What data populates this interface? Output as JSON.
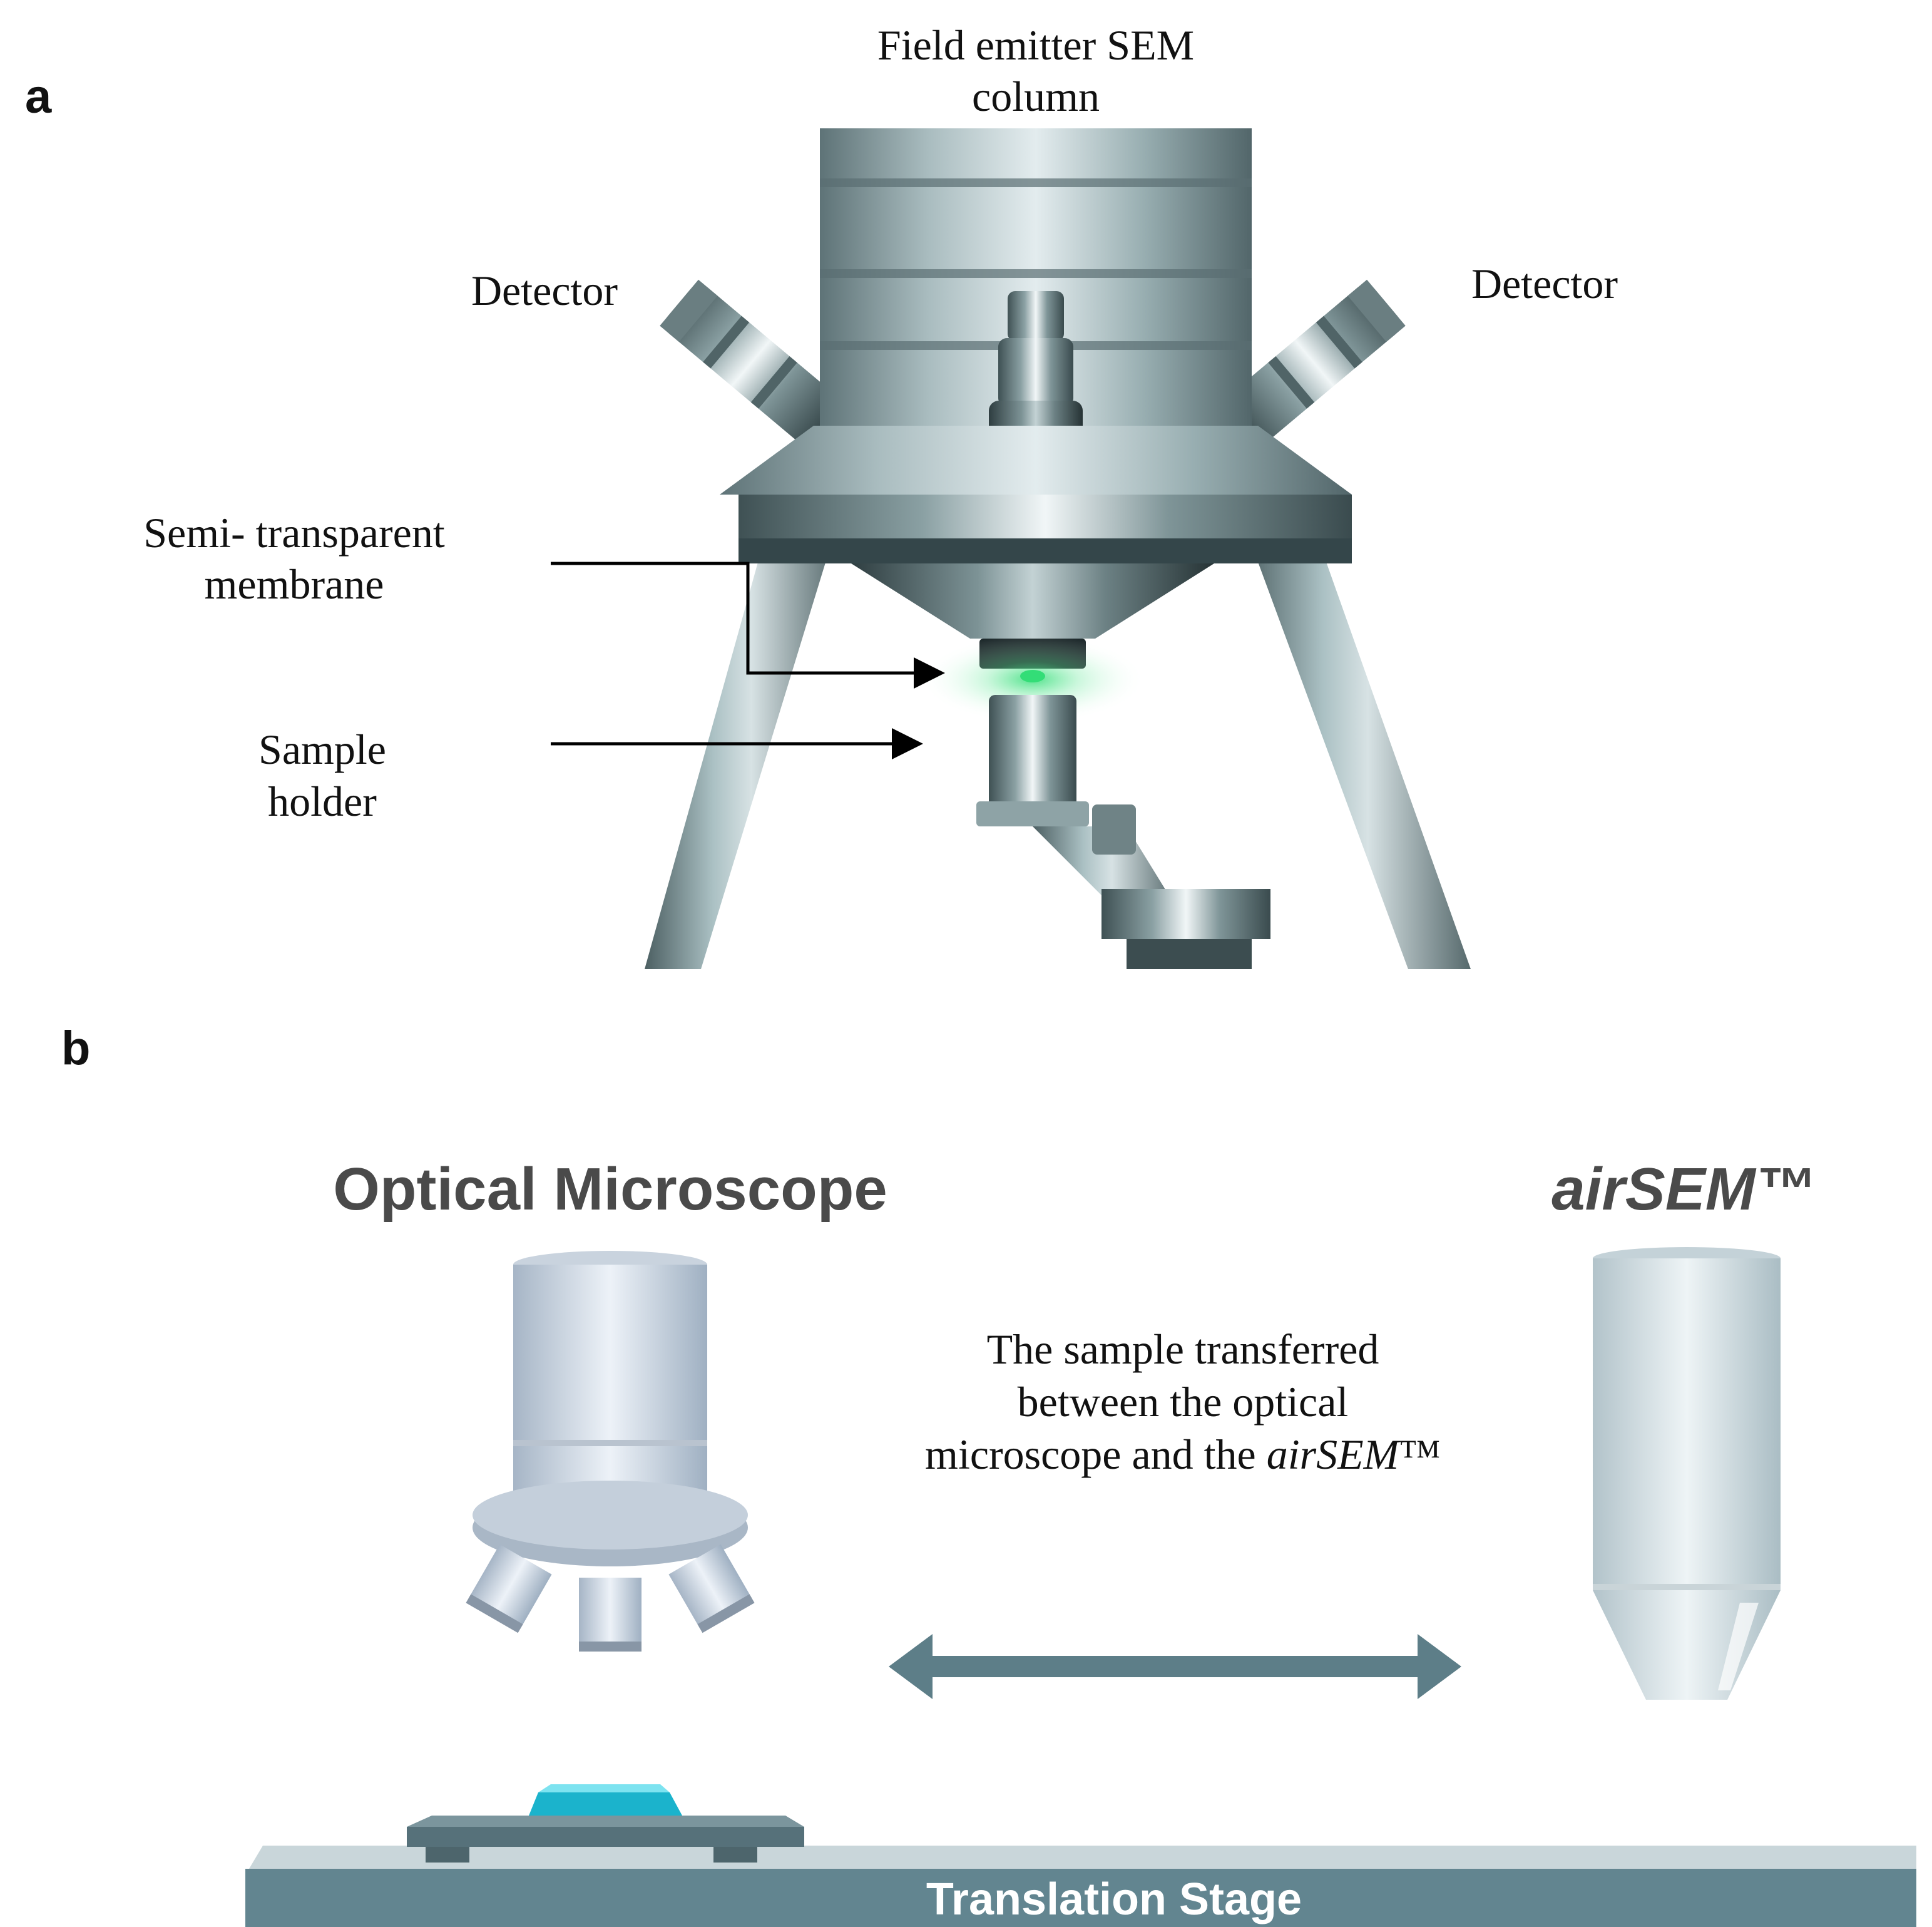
{
  "panel_a": {
    "letter": "a",
    "column_label": {
      "line1": "Field emitter SEM",
      "line2": "column"
    },
    "detector_left": "Detector",
    "detector_right": "Detector",
    "membrane_label": {
      "line1": "Semi- transparent",
      "line2": "membrane"
    },
    "holder_label": {
      "line1": "Sample",
      "line2": "holder"
    }
  },
  "panel_b": {
    "letter": "b",
    "optical_title": "Optical Microscope",
    "airsem_title": "airSEM™",
    "transfer_text": {
      "line1": "The sample transferred",
      "line2": "between the optical",
      "line3_prefix": "microscope and the ",
      "line3_italic": "airSEM",
      "line3_suffix": "™"
    },
    "stage_label": "Translation Stage"
  },
  "colors": {
    "steel_dark": "#4f6468",
    "steel_mid": "#8fa3a6",
    "steel_light": "#dfe8ea",
    "arrow_color": "#5d7e88",
    "stage_top": "#c9d6da",
    "stage_front": "#628590",
    "sample_cyan": "#1bb3cc",
    "glow_green": "#33dd77",
    "title_gray": "#4a4a4a"
  }
}
